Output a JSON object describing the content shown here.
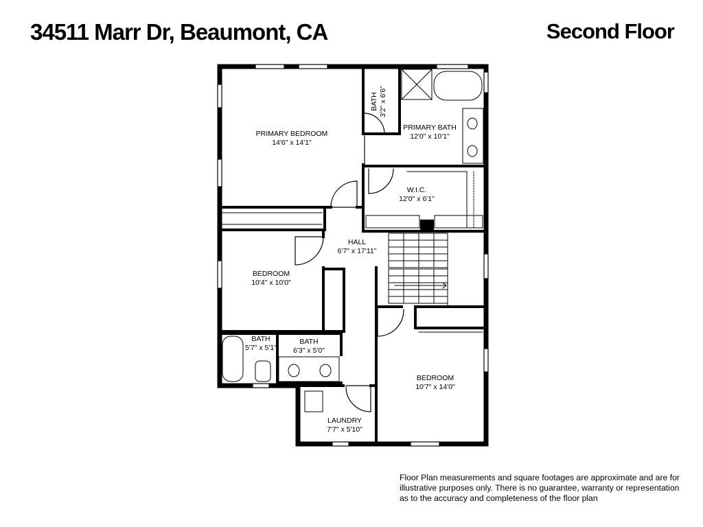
{
  "header": {
    "address": "34511 Marr Dr, Beaumont, CA",
    "floor": "Second Floor"
  },
  "rooms": {
    "primary_bedroom": {
      "name": "PRIMARY BEDROOM",
      "dims": "14'6\" x 14'1\""
    },
    "bath_small": {
      "name": "BATH",
      "dims": "3'2\" x 6'6\""
    },
    "primary_bath": {
      "name": "PRIMARY BATH",
      "dims": "12'0\" x 10'1\""
    },
    "wic": {
      "name": "W.I.C.",
      "dims": "12'0\" x 6'1\""
    },
    "hall": {
      "name": "HALL",
      "dims": "6'7\" x 17'11\""
    },
    "bedroom_left": {
      "name": "BEDROOM",
      "dims": "10'4\" x 10'0\""
    },
    "bath_a": {
      "name": "BATH",
      "dims": "5'7\" x 5'1\""
    },
    "bath_b": {
      "name": "BATH",
      "dims": "6'3\" x 5'0\""
    },
    "bedroom_right": {
      "name": "BEDROOM",
      "dims": "10'7\" x 14'0\""
    },
    "laundry": {
      "name": "LAUNDRY",
      "dims": "7'7\" x 5'10\""
    }
  },
  "disclaimer": "Floor Plan measurements and square footages are approximate and are for illustrative purposes only. There is no guarantee, warranty or representation as to the accuracy and completeness of the floor plan"
}
